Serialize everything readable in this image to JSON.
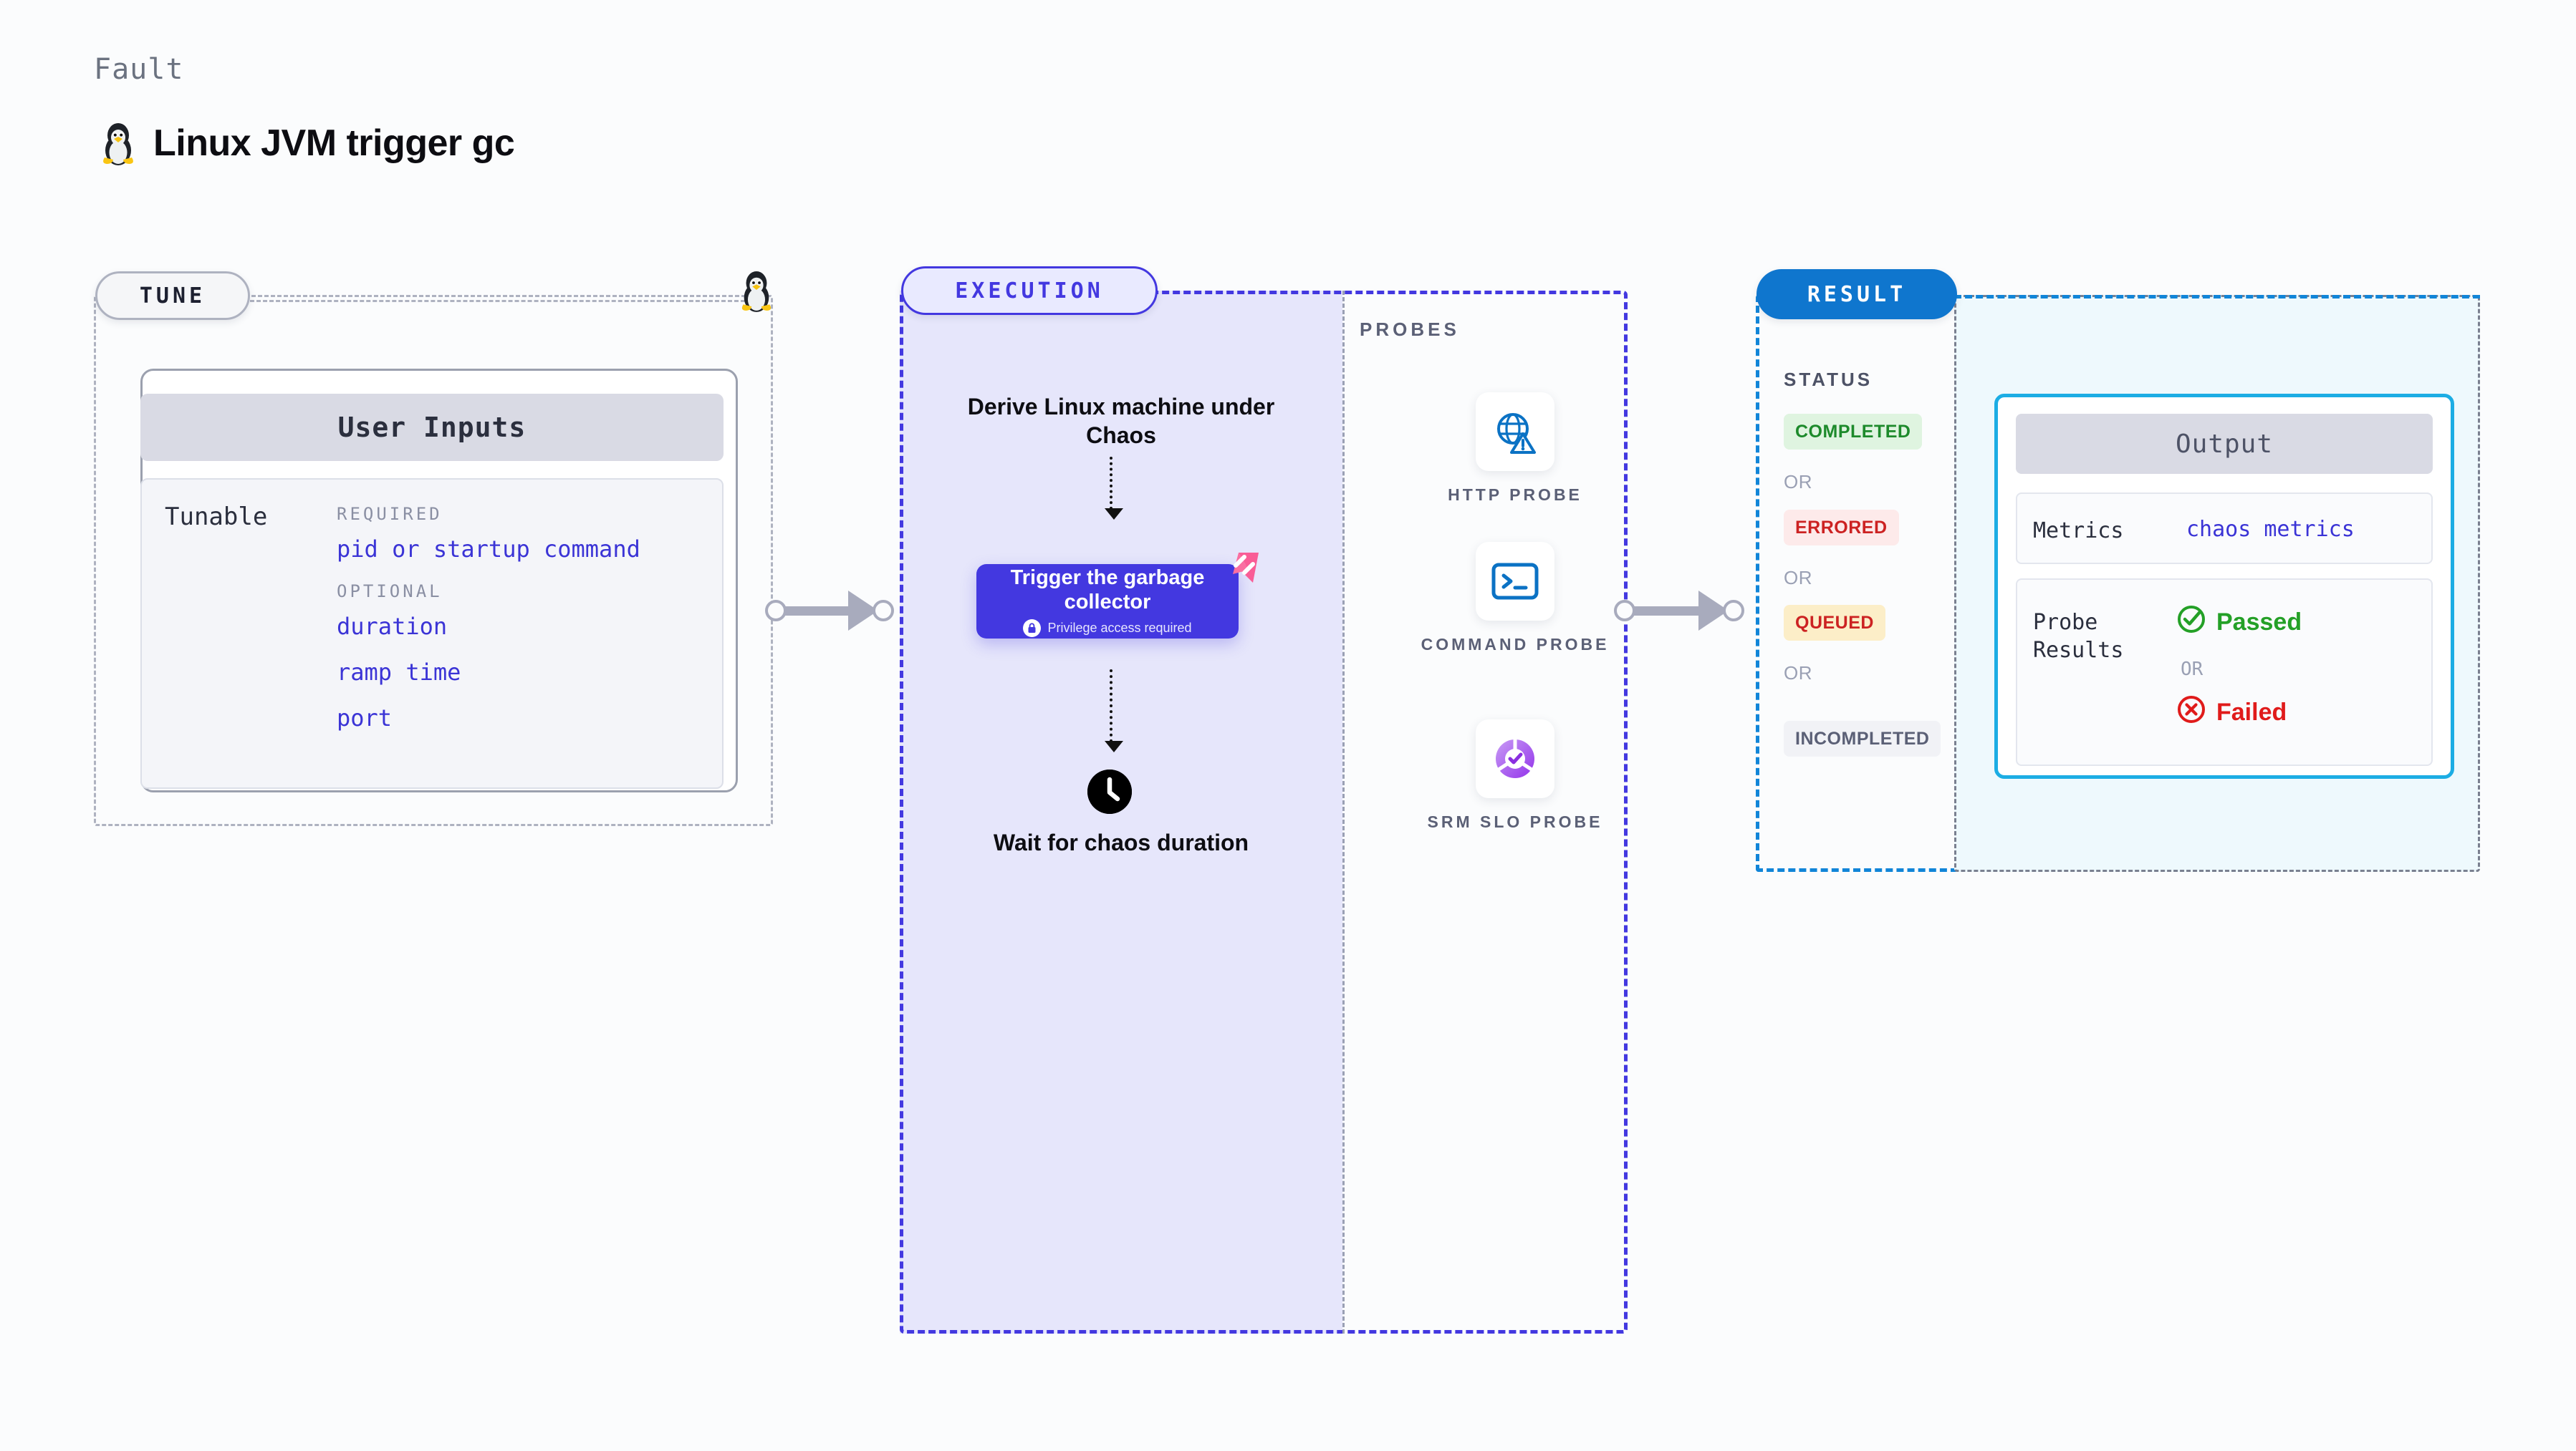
{
  "header": {
    "kicker": "Fault",
    "title": "Linux JVM trigger gc",
    "os_icon": "linux-tux-icon"
  },
  "tune": {
    "chip_label": "TUNE",
    "card_header": "User Inputs",
    "tunable_label": "Tunable",
    "groups": [
      {
        "label": "REQUIRED",
        "fields": [
          "pid or startup command"
        ]
      },
      {
        "label": "OPTIONAL",
        "fields": [
          "duration",
          "ramp time",
          "port"
        ]
      }
    ]
  },
  "execution": {
    "chip_label": "EXECUTION",
    "derive_step": "Derive Linux machine under Chaos",
    "trigger_step": {
      "title": "Trigger the garbage collector",
      "badge": "Privilege access required",
      "badge_icon": "lock-icon",
      "corner_icon": "chaos-pinwheel-icon"
    },
    "wait_step": {
      "label": "Wait for chaos duration",
      "icon": "clock-icon"
    }
  },
  "probes": {
    "section_label": "PROBES",
    "items": [
      {
        "caption": "HTTP PROBE",
        "icon": "globe-warning-icon"
      },
      {
        "caption": "COMMAND PROBE",
        "icon": "terminal-icon"
      },
      {
        "caption": "SRM SLO PROBE",
        "icon": "slo-donut-check-icon"
      }
    ]
  },
  "result": {
    "chip_label": "RESULT",
    "status_label": "STATUS",
    "or_label": "OR",
    "statuses": [
      {
        "label": "COMPLETED",
        "bg": "#dff4e0",
        "fg": "#1d8a2b"
      },
      {
        "label": "ERRORED",
        "bg": "#fdeaea",
        "fg": "#cc2222"
      },
      {
        "label": "QUEUED",
        "bg": "#fceec8",
        "fg": "#cc2222"
      },
      {
        "label": "INCOMPLETED",
        "bg": "#f1f2f6",
        "fg": "#5b6076"
      }
    ]
  },
  "output": {
    "card_header": "Output",
    "metrics_key": "Metrics",
    "metrics_value": "chaos metrics",
    "probe_results_key": "Probe Results",
    "passed_label": "Passed",
    "failed_label": "Failed",
    "or_label": "OR",
    "passed_icon": "check-circle-icon",
    "failed_icon": "x-circle-icon"
  },
  "colors": {
    "accent_purple": "#4338e0",
    "accent_blue": "#0f76ce",
    "accent_cyan": "#1cade4",
    "mono_text": "#3b34d6",
    "pink": "#f95d96"
  }
}
